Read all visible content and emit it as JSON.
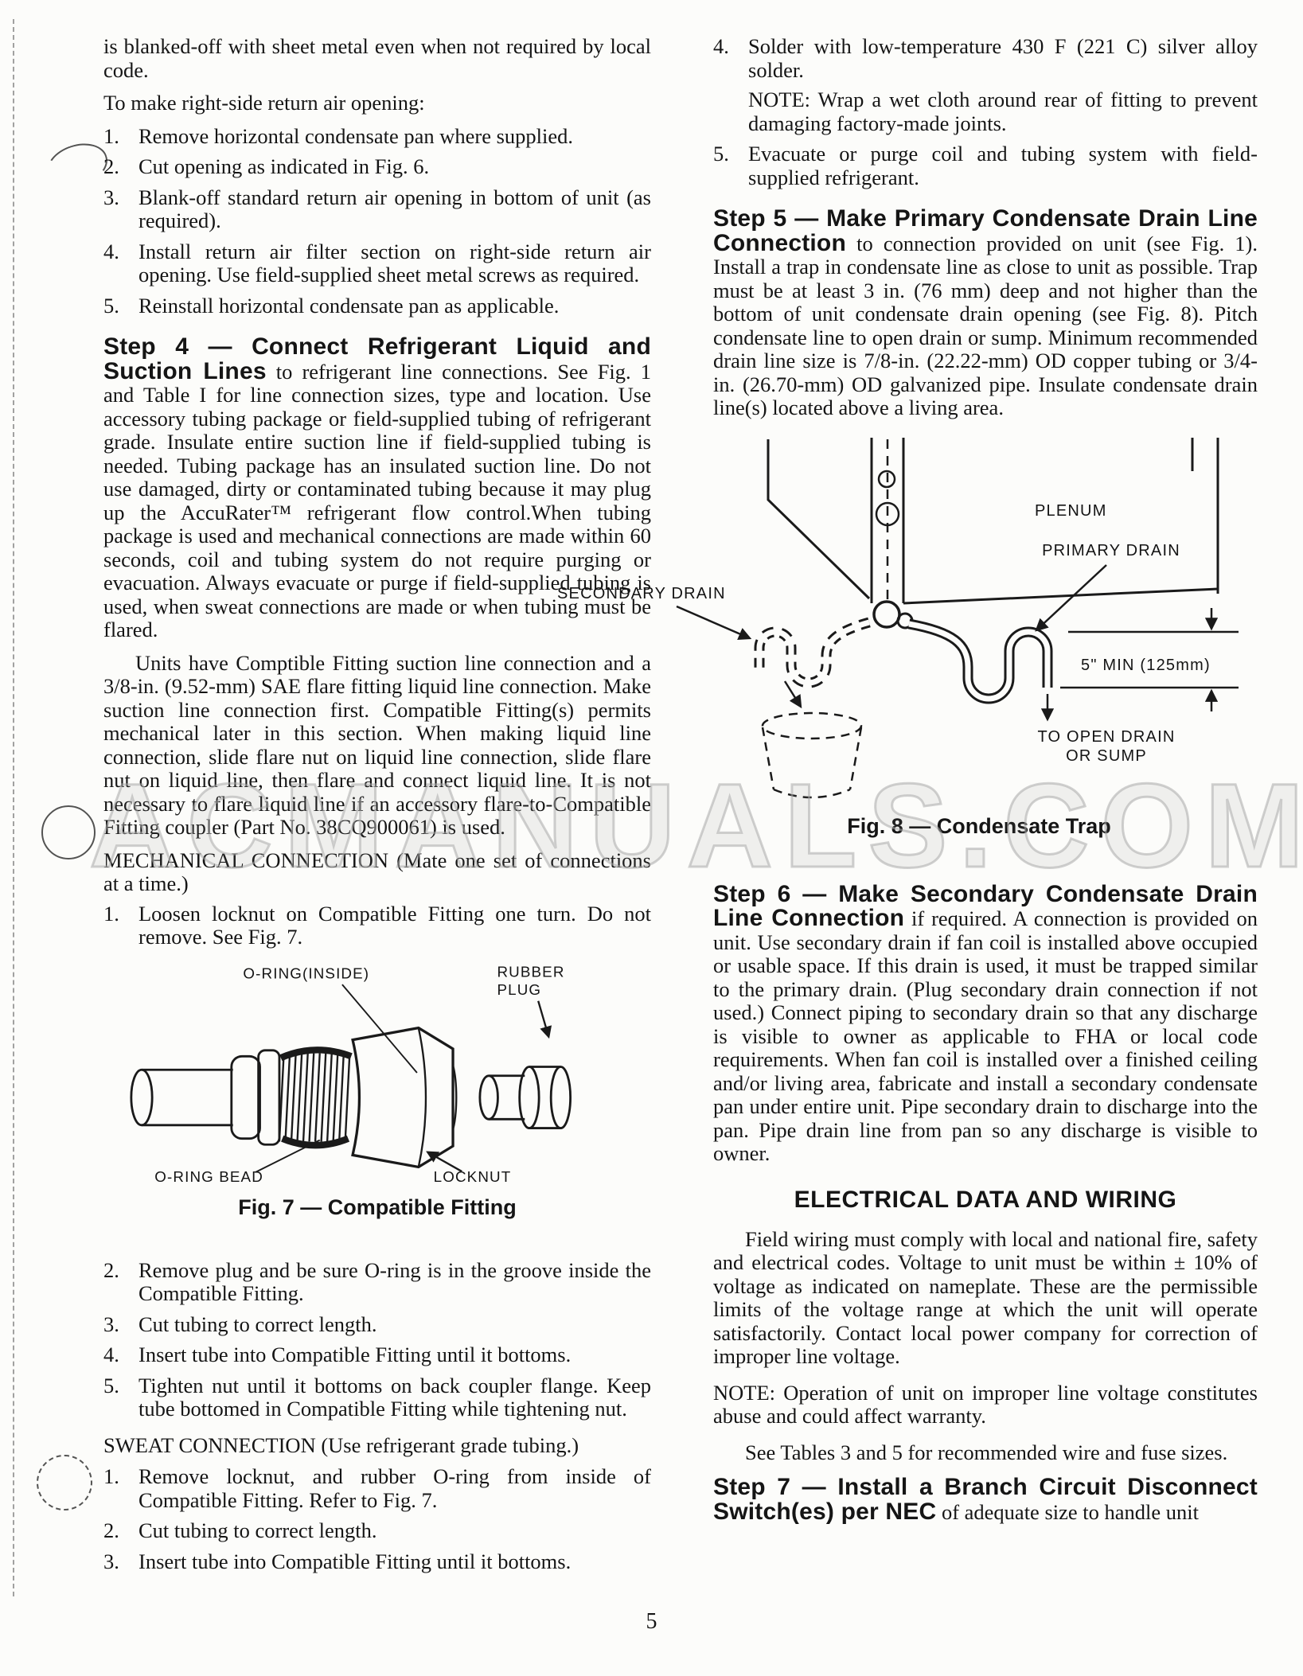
{
  "page": {
    "number": "5",
    "watermark": "ACMANUALS.COM"
  },
  "left": {
    "intro": "is blanked-off with sheet metal even when not required by local code.",
    "opening_lead": "To make right-side return air opening:",
    "opening_steps": [
      {
        "num": "1.",
        "text": "Remove horizontal condensate pan where supplied."
      },
      {
        "num": "2.",
        "text": "Cut opening as indicated in Fig. 6."
      },
      {
        "num": "3.",
        "text": "Blank-off standard return air opening in bottom of unit (as required)."
      },
      {
        "num": "4.",
        "text": "Install return air filter section on right-side return air opening. Use field-supplied sheet metal screws as required."
      },
      {
        "num": "5.",
        "text": "Reinstall horizontal condensate pan as applicable."
      }
    ],
    "step4_heading": "Step 4 — Connect Refrigerant Liquid and Suction Lines",
    "step4_body": "to refrigerant line connections. See Fig. 1 and Table I for line connection sizes, type and location. Use accessory tubing package or field-supplied tubing of refrigerant grade. Insulate entire suction line if field-supplied tubing is needed. Tubing package has an insulated suction line. Do not use damaged, dirty or contaminated tubing because it may plug up the AccuRater™ refrigerant flow control.When tubing package is used and mechanical connections are made within 60 seconds, coil and tubing system do not require purging or evacuation. Always evacuate or purge if field-supplied tubing is used, when sweat connections are made or when tubing must be flared.",
    "units_para": "Units have Comptible Fitting suction line connection and a 3/8-in. (9.52-mm) SAE flare fitting liquid line connection. Make suction line connection first. Compatible Fitting(s) permits mechanical later in this section. When making liquid line connection, slide flare nut on liquid line connection, slide flare nut on liquid line, then flare and connect liquid line. It is not necessary to flare liquid line if an accessory flare-to-Compatible Fitting coupler (Part No. 38CQ900061) is used.",
    "mechanical_lead": "MECHANICAL CONNECTION (Mate one set of connections at a time.)",
    "mechanical_steps": [
      {
        "num": "1.",
        "text": "Loosen locknut on Compatible Fitting one turn. Do not remove. See Fig. 7."
      },
      {
        "num": "2.",
        "text": "Remove plug and be sure O-ring is in the groove inside the Compatible Fitting."
      },
      {
        "num": "3.",
        "text": "Cut tubing to correct length."
      },
      {
        "num": "4.",
        "text": "Insert tube into Compatible Fitting until it bottoms."
      },
      {
        "num": "5.",
        "text": "Tighten nut until it bottoms on back coupler flange. Keep tube bottomed in Compatible Fitting while tightening nut."
      }
    ],
    "fig7": {
      "caption": "Fig. 7 — Compatible Fitting",
      "labels": {
        "oring_inside": "O-RING(INSIDE)",
        "rubber_plug_1": "RUBBER",
        "rubber_plug_2": "PLUG",
        "oring_bead": "O-RING BEAD",
        "locknut": "LOCKNUT"
      }
    },
    "sweat_lead": "SWEAT CONNECTION (Use refrigerant grade tubing.)",
    "sweat_steps": [
      {
        "num": "1.",
        "text": "Remove locknut, and rubber O-ring from inside of Compatible Fitting. Refer to Fig. 7."
      },
      {
        "num": "2.",
        "text": "Cut tubing to correct length."
      },
      {
        "num": "3.",
        "text": "Insert tube into Compatible Fitting until it bottoms."
      }
    ]
  },
  "right": {
    "solder_step": {
      "num": "4.",
      "text": "Solder with low-temperature 430 F (221 C) silver alloy solder.",
      "note": "NOTE: Wrap a wet cloth around rear of fitting to prevent damaging factory-made joints."
    },
    "evacuate_step": {
      "num": "5.",
      "text": "Evacuate or purge coil and tubing system with field-supplied refrigerant."
    },
    "step5_heading": "Step 5 — Make Primary Condensate Drain Line Connection",
    "step5_body": "to connection provided on unit (see Fig. 1). Install a trap in condensate line as close to unit as possible. Trap must be at least 3 in. (76 mm) deep and not higher than the bottom of unit condensate drain opening (see Fig. 8). Pitch condensate line to open drain or sump. Minimum recommended drain line size is 7/8-in. (22.22-mm) OD copper tubing or 3/4-in. (26.70-mm) OD galvanized pipe. Insulate condensate drain line(s) located above a living area.",
    "fig8": {
      "caption": "Fig. 8 — Condensate Trap",
      "labels": {
        "plenum": "PLENUM",
        "secondary_drain": "SECONDARY DRAIN",
        "primary_drain": "PRIMARY DRAIN",
        "min_dim": "5\" MIN (125mm)",
        "to_open_drain_1": "TO OPEN DRAIN",
        "to_open_drain_2": "OR SUMP"
      }
    },
    "step6_heading": "Step 6 — Make Secondary Condensate Drain Line Connection",
    "step6_body": "if required. A connection is provided on unit. Use secondary drain if fan coil is installed above occupied or usable space. If this drain is used, it must be trapped similar to the primary drain. (Plug secondary drain connection if not used.) Connect piping to secondary drain so that any discharge is visible to owner as applicable to FHA or local code requirements. When fan coil is installed over a finished ceiling and/or living area, fabricate and install a secondary condensate pan under entire unit. Pipe secondary drain to discharge into the pan. Pipe drain line from pan so any discharge is visible to owner.",
    "electrical_heading": "ELECTRICAL DATA AND WIRING",
    "electrical_para": "Field wiring must comply with local and national fire, safety and electrical codes. Voltage to unit must be within ± 10% of voltage as indicated on nameplate. These are the permissible limits of the voltage range at which the unit will operate satisfactorily. Contact local power company for correction of improper line voltage.",
    "electrical_note": "NOTE: Operation of unit on improper line voltage constitutes abuse and could affect warranty.",
    "tables_para": "See Tables 3 and 5 for recommended wire and fuse sizes.",
    "step7_heading": "Step 7 — Install a Branch Circuit Disconnect Switch(es) per NEC",
    "step7_body": "of adequate size to handle unit"
  }
}
